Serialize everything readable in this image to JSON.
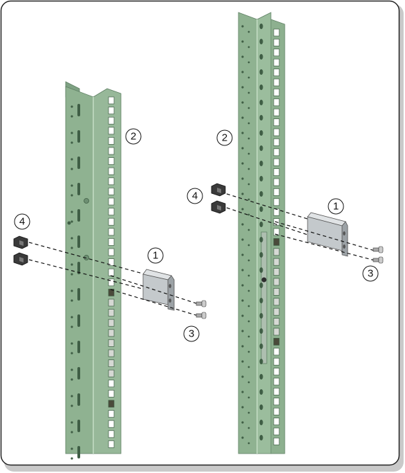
{
  "callouts": {
    "left_rail": {
      "rail": "2",
      "bracket": "1",
      "screws": "3",
      "clips": "4"
    },
    "right_rail": {
      "rail": "2",
      "bracket": "1",
      "screws": "3",
      "clips": "4"
    }
  },
  "colors": {
    "rail_face": "#8fb291",
    "rail_side": "#7ea183",
    "rail_edge": "#5e7f63",
    "rail_highlight": "#b9d4ba",
    "bracket": "#c4c9cc",
    "bracket_dark": "#9ca2a6",
    "frame_border": "#222222",
    "frame_shadow": "#bdbdbd"
  }
}
